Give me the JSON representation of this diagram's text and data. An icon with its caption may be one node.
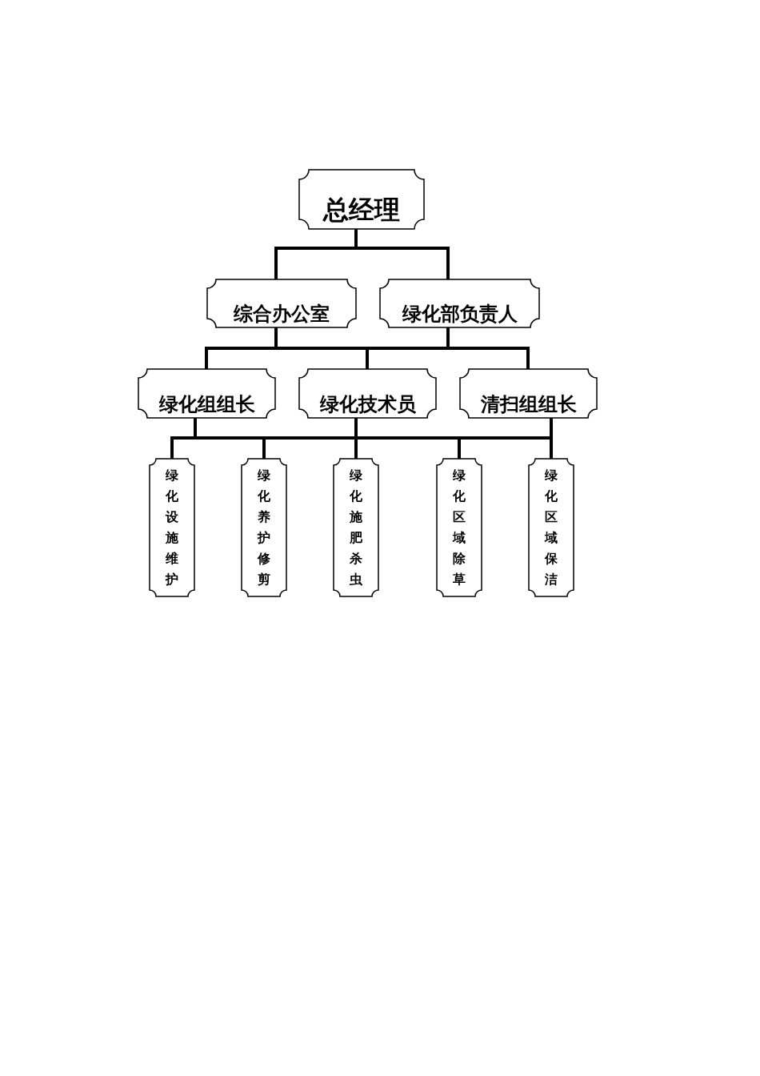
{
  "diagram": {
    "nodes": [
      {
        "text": [
          "总经理"
        ]
      },
      {
        "text": [
          "综合办公室"
        ]
      },
      {
        "text": [
          "绿化部负责人"
        ]
      },
      {
        "text": [
          "绿化组组长"
        ]
      },
      {
        "text": [
          "绿化技术员"
        ]
      },
      {
        "text": [
          "清扫组组长"
        ]
      },
      {
        "text": [
          "绿化设施维护"
        ]
      },
      {
        "text": [
          "绿化养护修剪"
        ]
      },
      {
        "text": [
          "绿化施肥杀虫"
        ]
      },
      {
        "text": [
          "绿化区域除草"
        ]
      },
      {
        "text": [
          "绿化区域保洁"
        ]
      }
    ],
    "edges": [
      {
        "from": 0,
        "to": 1,
        "arrow": "none"
      },
      {
        "from": 0,
        "to": 2,
        "arrow": "none"
      },
      {
        "from": 1,
        "to": 3,
        "arrow": "none"
      },
      {
        "from": 1,
        "to": 4,
        "arrow": "none"
      },
      {
        "from": 1,
        "to": 5,
        "arrow": "none"
      },
      {
        "from": 2,
        "to": 3,
        "arrow": "none"
      },
      {
        "from": 2,
        "to": 4,
        "arrow": "none"
      },
      {
        "from": 2,
        "to": 5,
        "arrow": "none"
      },
      {
        "from": 3,
        "to": 6,
        "arrow": "none"
      },
      {
        "from": 3,
        "to": 7,
        "arrow": "none"
      },
      {
        "from": 3,
        "to": 8,
        "arrow": "none"
      },
      {
        "from": 3,
        "to": 9,
        "arrow": "none"
      },
      {
        "from": 3,
        "to": 10,
        "arrow": "none"
      },
      {
        "from": 4,
        "to": 6,
        "arrow": "none"
      },
      {
        "from": 4,
        "to": 7,
        "arrow": "none"
      },
      {
        "from": 4,
        "to": 8,
        "arrow": "none"
      },
      {
        "from": 4,
        "to": 9,
        "arrow": "none"
      },
      {
        "from": 4,
        "to": 10,
        "arrow": "none"
      },
      {
        "from": 5,
        "to": 6,
        "arrow": "none"
      },
      {
        "from": 5,
        "to": 7,
        "arrow": "none"
      },
      {
        "from": 5,
        "to": 8,
        "arrow": "none"
      },
      {
        "from": 5,
        "to": 9,
        "arrow": "none"
      },
      {
        "from": 5,
        "to": 10,
        "arrow": "none"
      }
    ]
  }
}
